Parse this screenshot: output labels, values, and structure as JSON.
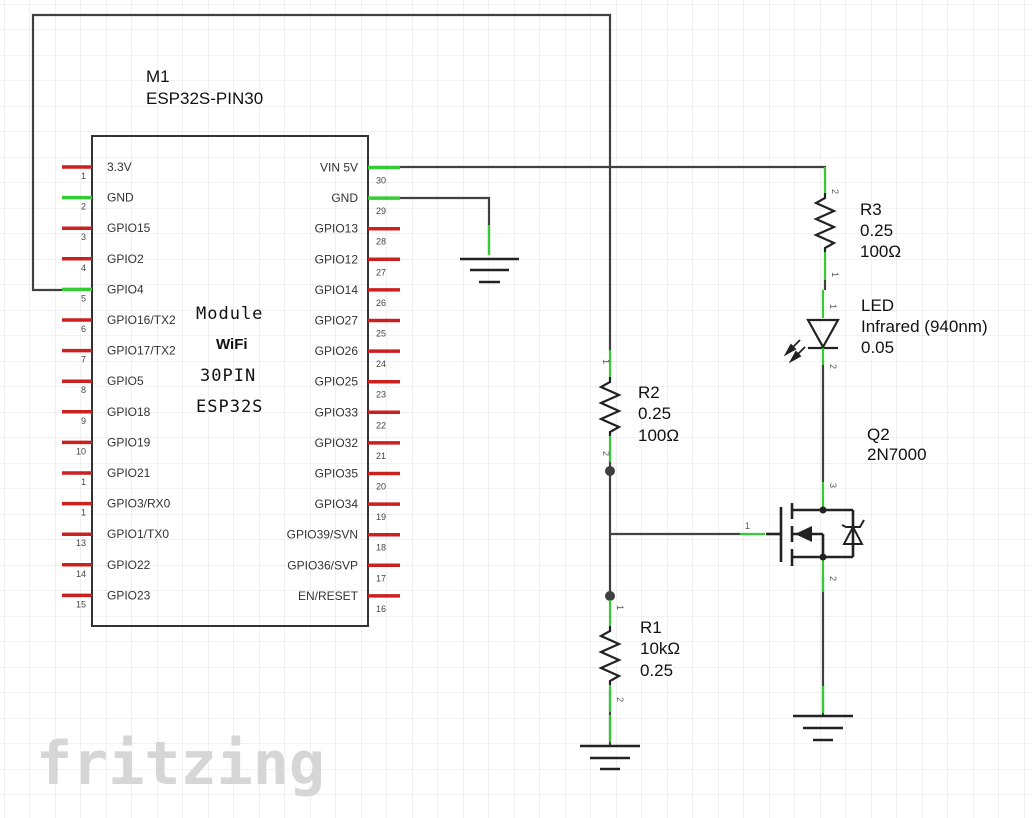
{
  "module": {
    "ref": "M1",
    "name": "ESP32S-PIN30",
    "body_lines": [
      "Module",
      "WiFi",
      "30PIN",
      "ESP32S"
    ],
    "left_pins": [
      {
        "label": "3.3V",
        "num": "1",
        "connected": false
      },
      {
        "label": "GND",
        "num": "2",
        "connected": true
      },
      {
        "label": "GPIO15",
        "num": "3",
        "connected": false
      },
      {
        "label": "GPIO2",
        "num": "4",
        "connected": false
      },
      {
        "label": "GPIO4",
        "num": "5",
        "connected": true
      },
      {
        "label": "GPIO16/TX2",
        "num": "6",
        "connected": false
      },
      {
        "label": "GPIO17/TX2",
        "num": "7",
        "connected": false
      },
      {
        "label": "GPIO5",
        "num": "8",
        "connected": false
      },
      {
        "label": "GPIO18",
        "num": "9",
        "connected": false
      },
      {
        "label": "GPIO19",
        "num": "10",
        "connected": false
      },
      {
        "label": "GPIO21",
        "num": "1",
        "connected": false
      },
      {
        "label": "GPIO3/RX0",
        "num": "1",
        "connected": false
      },
      {
        "label": "GPIO1/TX0",
        "num": "13",
        "connected": false
      },
      {
        "label": "GPIO22",
        "num": "14",
        "connected": false
      },
      {
        "label": "GPIO23",
        "num": "15",
        "connected": false
      }
    ],
    "right_pins": [
      {
        "label": "VIN 5V",
        "num": "30",
        "connected": true
      },
      {
        "label": "GND",
        "num": "29",
        "connected": true
      },
      {
        "label": "GPIO13",
        "num": "28",
        "connected": false
      },
      {
        "label": "GPIO12",
        "num": "27",
        "connected": false
      },
      {
        "label": "GPIO14",
        "num": "26",
        "connected": false
      },
      {
        "label": "GPIO27",
        "num": "25",
        "connected": false
      },
      {
        "label": "GPIO26",
        "num": "24",
        "connected": false
      },
      {
        "label": "GPIO25",
        "num": "23",
        "connected": false
      },
      {
        "label": "GPIO33",
        "num": "22",
        "connected": false
      },
      {
        "label": "GPIO32",
        "num": "21",
        "connected": false
      },
      {
        "label": "GPIO35",
        "num": "20",
        "connected": false
      },
      {
        "label": "GPIO34",
        "num": "19",
        "connected": false
      },
      {
        "label": "GPIO39/SVN",
        "num": "18",
        "connected": false
      },
      {
        "label": "GPIO36/SVP",
        "num": "17",
        "connected": false
      },
      {
        "label": "EN/RESET",
        "num": "16",
        "connected": false
      }
    ]
  },
  "r3": {
    "ref": "R3",
    "power": "0.25",
    "value": "100Ω",
    "pin_top": "2",
    "pin_bottom": "1"
  },
  "led": {
    "ref": "LED",
    "type": "Infrared (940nm)",
    "value": "0.05",
    "pin_top": "1",
    "pin_bottom": "2"
  },
  "q2": {
    "ref": "Q2",
    "part": "2N7000",
    "pin_drain": "3",
    "pin_gate": "1",
    "pin_source": "2"
  },
  "r2": {
    "ref": "R2",
    "power": "0.25",
    "value": "100Ω",
    "pin_top": "1",
    "pin_bottom": "2"
  },
  "r1": {
    "ref": "R1",
    "value": "10kΩ",
    "power": "0.25",
    "pin_top": "1",
    "pin_bottom": "2"
  },
  "watermark": "fritzing",
  "colors": {
    "wire": "#404040",
    "pin_unconnected": "#cc2020",
    "pin_connected": "#33cc33",
    "grid": "#e3e3e3"
  }
}
